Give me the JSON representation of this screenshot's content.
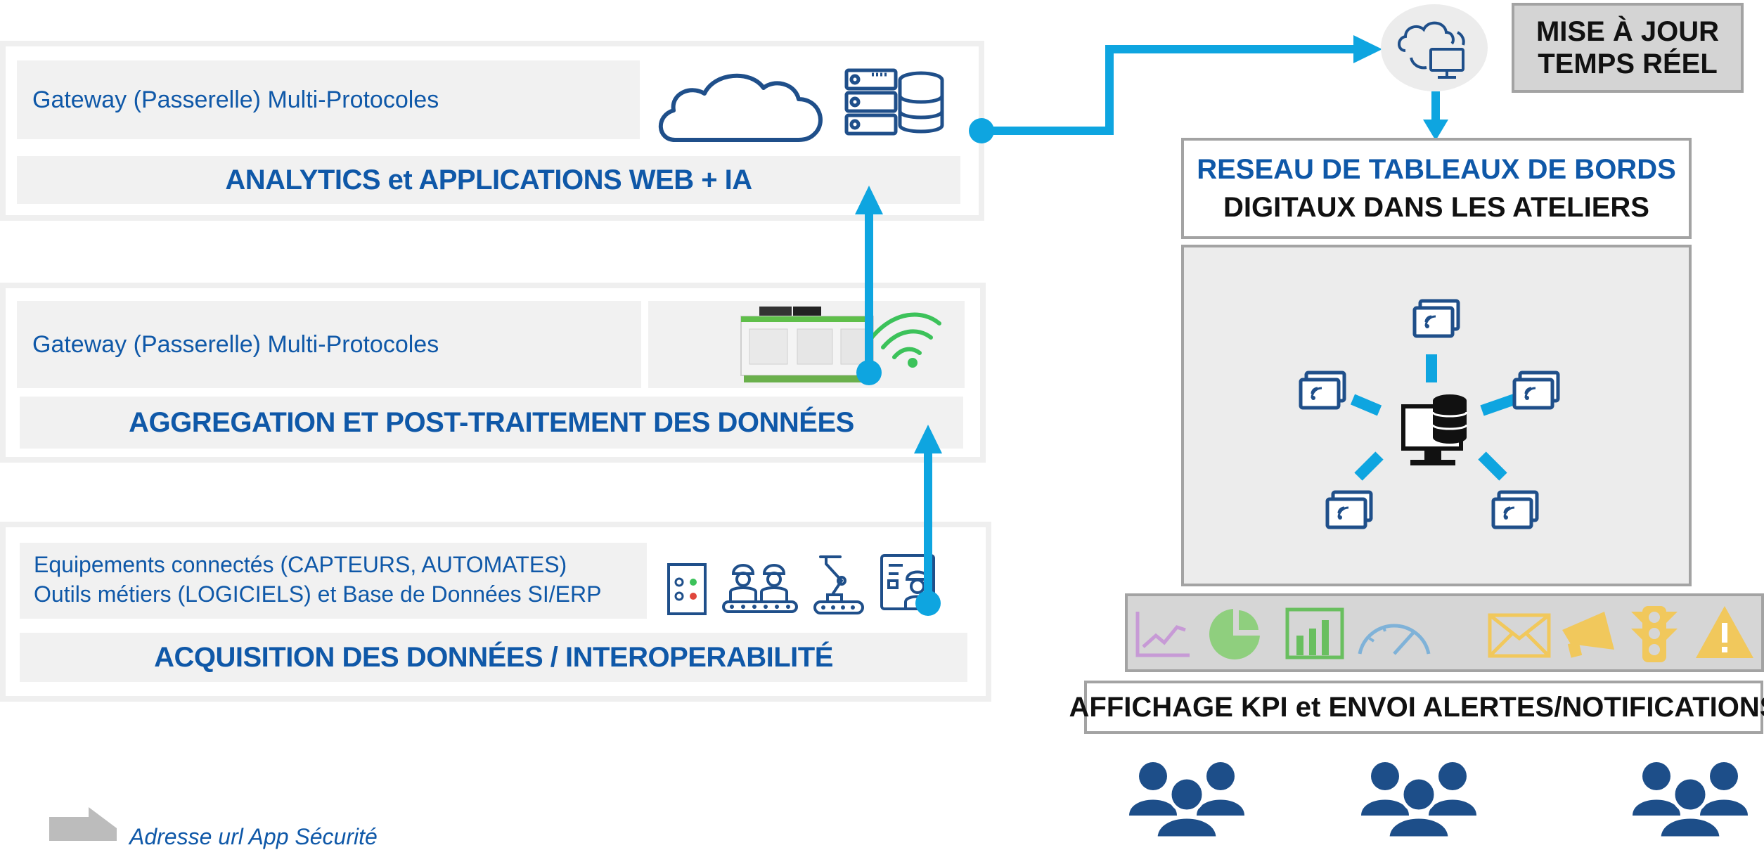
{
  "layers": {
    "top": {
      "gateway_label": "Gateway (Passerelle) Multi-Protocoles",
      "title": "ANALYTICS et APPLICATIONS WEB + IA"
    },
    "middle": {
      "gateway_label": "Gateway (Passerelle) Multi-Protocoles",
      "title": "AGGREGATION ET POST-TRAITEMENT DES DONNÉES"
    },
    "bottom": {
      "line1": "Equipements connectés (CAPTEURS, AUTOMATES)",
      "line2": "Outils métiers (LOGICIELS) et Base de Données SI/ERP",
      "title": "ACQUISITION DES DONNÉES / INTEROPERABILITÉ"
    }
  },
  "right": {
    "update_box": {
      "line1": "MISE À JOUR",
      "line2": "TEMPS RÉEL"
    },
    "network_title": {
      "line1": "RESEAU DE TABLEAUX DE BORDS",
      "line2": "DIGITAUX DANS LES ATELIERS"
    },
    "kpi_title": "AFFICHAGE KPI et ENVOI ALERTES/NOTIFICATIONS"
  },
  "footer": {
    "link_text": "Adresse url App Sécurité"
  },
  "colors": {
    "accent_blue": "#0ea5e0",
    "title_blue": "#0f58a8",
    "icon_navy": "#1f4f8a",
    "users_navy": "#1d4e89",
    "wifi_green": "#3cc25a"
  },
  "icons": [
    "cloud-icon",
    "server-database-icon",
    "gateway-device-icon",
    "wifi-icon",
    "control-panel-icon",
    "workers-icon",
    "robot-arm-icon",
    "engineer-icon",
    "cloud-sync-icon",
    "wireless-screen-icon",
    "database-computer-icon",
    "line-chart-icon",
    "pie-chart-icon",
    "bar-chart-icon",
    "gauge-icon",
    "mail-icon",
    "megaphone-icon",
    "traffic-light-icon",
    "warning-icon",
    "users-icon",
    "arrow-right-icon"
  ]
}
